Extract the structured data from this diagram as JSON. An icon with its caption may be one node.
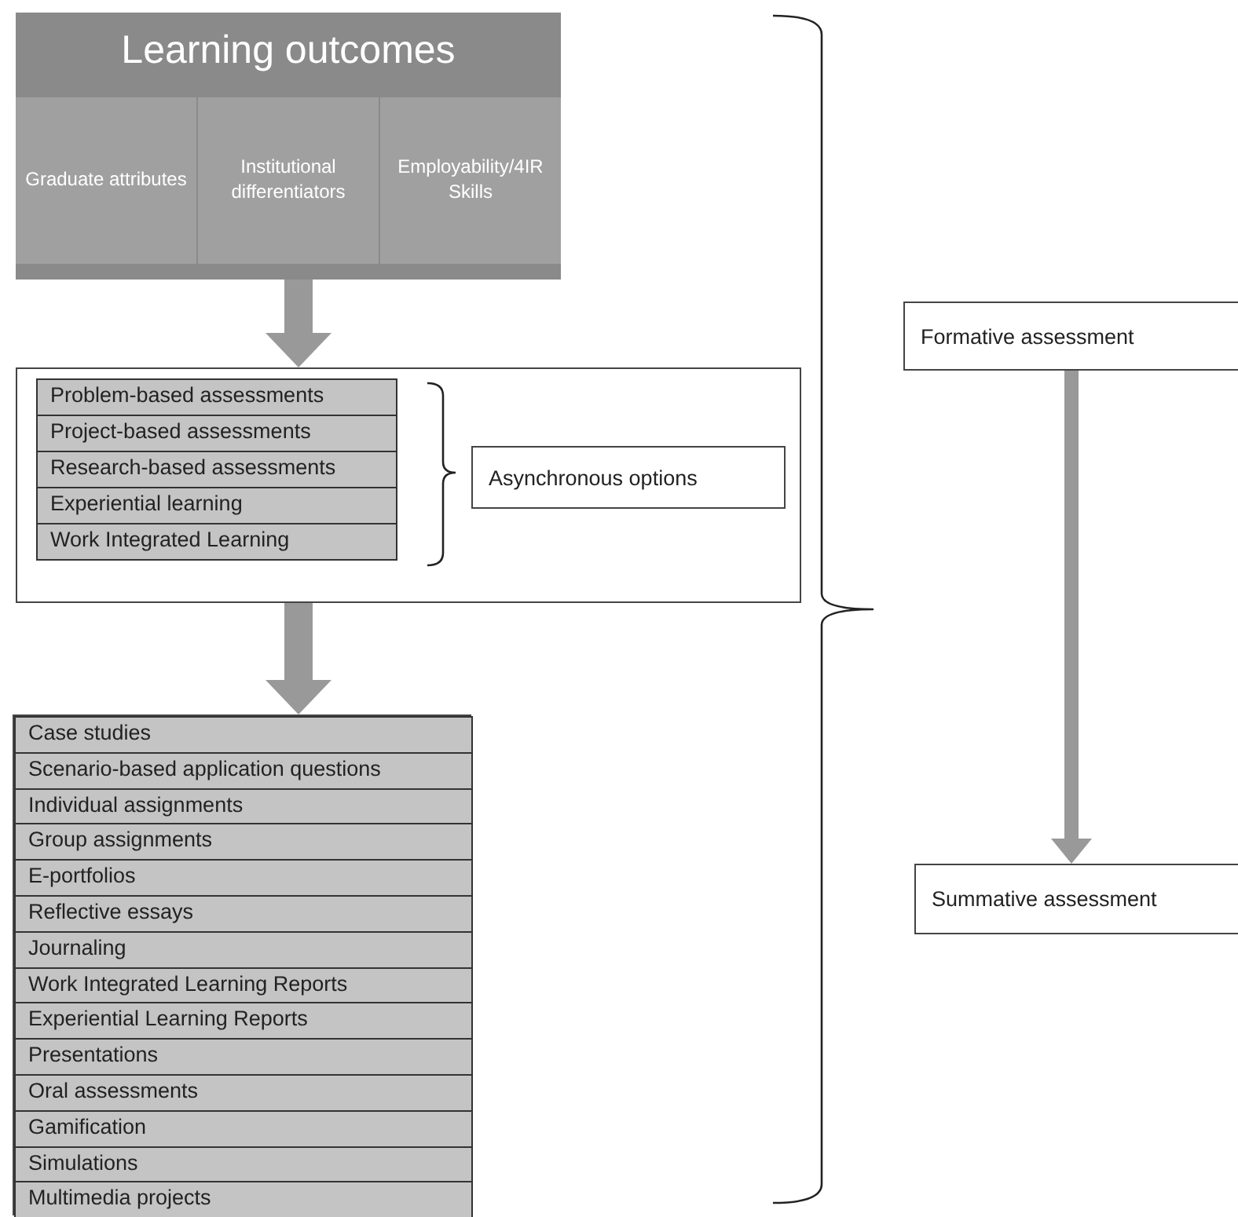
{
  "diagram": {
    "nodes": [
      {
        "text": [
          "Learning outcomes"
        ]
      },
      {
        "text": [
          "Graduate attributes"
        ],
        "in": 0
      },
      {
        "text": [
          "Institutional differentiators"
        ],
        "in": 0
      },
      {
        "text": [
          "Employability/4IR Skills"
        ],
        "in": 0
      },
      {
        "text": [],
        "shape": "box"
      },
      {
        "text": [
          "Problem-based assessments"
        ],
        "in": 4
      },
      {
        "text": [
          "Project-based assessments"
        ],
        "in": 4
      },
      {
        "text": [
          "Research-based assessments"
        ],
        "in": 4
      },
      {
        "text": [
          "Experiential learning"
        ],
        "in": 4
      },
      {
        "text": [
          "Work Integrated Learning"
        ],
        "in": 4
      },
      {
        "text": [
          "Asynchronous options"
        ],
        "in": 4
      },
      {
        "text": [],
        "shape": "box"
      },
      {
        "text": [
          "Case studies"
        ],
        "in": 11
      },
      {
        "text": [
          "Scenario-based application questions"
        ],
        "in": 11
      },
      {
        "text": [
          "Individual assignments"
        ],
        "in": 11
      },
      {
        "text": [
          "Group assignments"
        ],
        "in": 11
      },
      {
        "text": [
          "E-portfolios"
        ],
        "in": 11
      },
      {
        "text": [
          "Reflective essays"
        ],
        "in": 11
      },
      {
        "text": [
          "Journaling"
        ],
        "in": 11
      },
      {
        "text": [
          "Work Integrated Learning Reports"
        ],
        "in": 11
      },
      {
        "text": [
          "Experiential Learning Reports"
        ],
        "in": 11
      },
      {
        "text": [
          "Presentations"
        ],
        "in": 11
      },
      {
        "text": [
          "Oral assessments"
        ],
        "in": 11
      },
      {
        "text": [
          "Gamification"
        ],
        "in": 11
      },
      {
        "text": [
          "Simulations"
        ],
        "in": 11
      },
      {
        "text": [
          "Multimedia projects"
        ],
        "in": 11
      },
      {
        "text": [
          "Formative assessment"
        ]
      },
      {
        "text": [
          "Summative assessment"
        ]
      }
    ],
    "edges": [
      {
        "from": 0,
        "to": 4,
        "arrow": "to"
      },
      {
        "from": 4,
        "to": 11,
        "arrow": "to"
      },
      {
        "from": 26,
        "to": 27,
        "arrow": "to"
      }
    ]
  }
}
